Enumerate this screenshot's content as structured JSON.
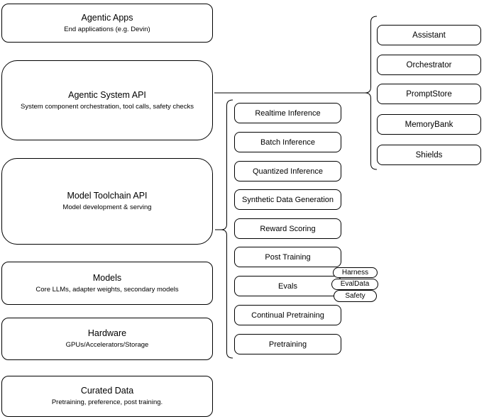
{
  "style": {
    "background": "#ffffff",
    "stroke": "#000000",
    "text": "#000000"
  },
  "stack": [
    {
      "title": "Agentic Apps",
      "subtitle": "End applications (e.g. Devin)"
    },
    {
      "title": "Agentic System API",
      "subtitle": "System component orchestration, tool calls, safety checks"
    },
    {
      "title": "Model Toolchain API",
      "subtitle": "Model development & serving"
    },
    {
      "title": "Models",
      "subtitle": "Core LLMs, adapter weights, secondary models"
    },
    {
      "title": "Hardware",
      "subtitle": "GPUs/Accelerators/Storage"
    },
    {
      "title": "Curated Data",
      "subtitle": "Pretraining, preference, post training."
    }
  ],
  "toolchain_items": [
    "Realtime Inference",
    "Batch Inference",
    "Quantized Inference",
    "Synthetic Data Generation",
    "Reward Scoring",
    "Post Training",
    "Evals",
    "Continual Pretraining",
    "Pretraining"
  ],
  "evals_tags": [
    "Harness",
    "EvalData",
    "Safety"
  ],
  "system_components": [
    "Assistant",
    "Orchestrator",
    "PromptStore",
    "MemoryBank",
    "Shields"
  ]
}
